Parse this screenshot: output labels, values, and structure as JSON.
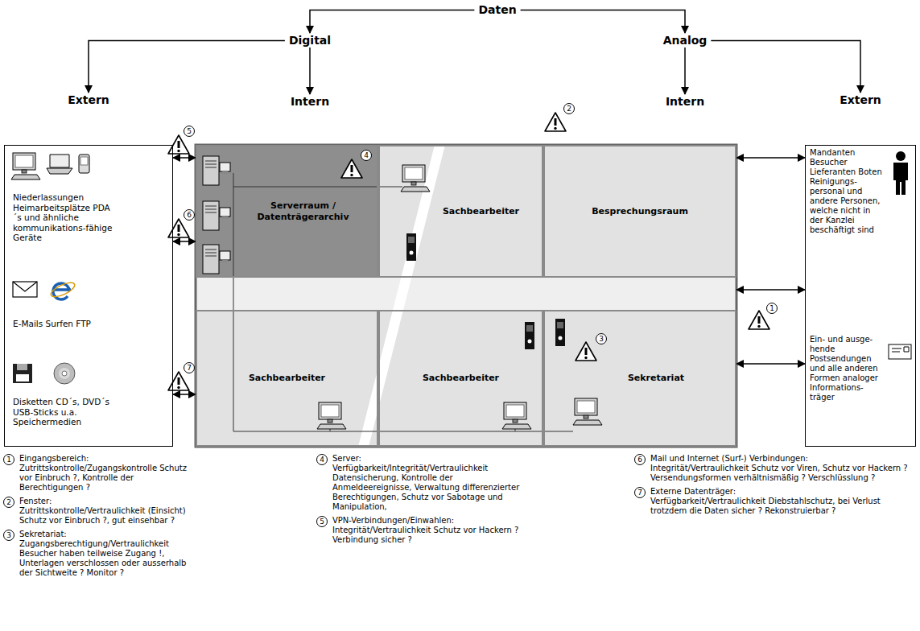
{
  "diagram": {
    "nodes": [
      {
        "text": [
          "Daten"
        ]
      },
      {
        "text": [
          "Digital"
        ]
      },
      {
        "text": [
          "Analog"
        ]
      },
      {
        "text": [
          "Extern",
          "Niederlassungen Heimarbeitsplätze PDA´s und ähnliche kommunikations-fähige Geräte",
          "E-Mails Surfen FTP",
          "Disketten CD´s, DVD´s USB-Sticks u.a. Speichermedien"
        ]
      },
      {
        "text": [
          "Intern"
        ]
      },
      {
        "text": [
          "Intern"
        ]
      },
      {
        "text": [
          "Extern",
          "Mandanten Besucher Lieferanten Boten Reinigungs-personal und andere Personen, welche nicht in der Kanzlei beschäftigt sind",
          "Ein- und ausge-hende Postsendungen und alle anderen Formen analoger Informations-träger"
        ]
      },
      {
        "text": [
          "Serverraum / Datenträgerarchiv"
        ]
      },
      {
        "text": [
          "Sachbearbeiter"
        ]
      },
      {
        "text": [
          "Besprechungsraum"
        ]
      },
      {
        "text": [
          "Sachbearbeiter"
        ]
      },
      {
        "text": [
          "Sachbearbeiter"
        ]
      },
      {
        "text": [
          "Sekretariat"
        ]
      }
    ],
    "edges": [
      {
        "from": 0,
        "to": 1,
        "arrow": "to"
      },
      {
        "from": 0,
        "to": 2,
        "arrow": "to"
      },
      {
        "from": 1,
        "to": 3,
        "arrow": "to"
      },
      {
        "from": 1,
        "to": 4,
        "arrow": "to"
      },
      {
        "from": 2,
        "to": 5,
        "arrow": "to"
      },
      {
        "from": 2,
        "to": 6,
        "arrow": "to"
      },
      {
        "from": 3,
        "to": 7,
        "arrow": "both"
      },
      {
        "from": 3,
        "to": 10,
        "arrow": "both"
      },
      {
        "from": 6,
        "to": 9,
        "arrow": "both"
      },
      {
        "from": 6,
        "to": 12,
        "arrow": "both"
      }
    ],
    "labels": [
      "1",
      "2",
      "3",
      "4",
      "5",
      "6",
      "7",
      "1",
      "Eingangsbereich:",
      "Zutrittskontrolle/Zugangskontrolle Schutz vor Einbruch ?, Kontrolle der Berechtigungen ?",
      "2",
      "Fenster:",
      "Zutrittskontrolle/Vertraulichkeit (Einsicht) Schutz vor Einbruch ?, gut einsehbar ?",
      "3",
      "Sekretariat:",
      "Zugangsberechtigung/Vertraulichkeit Besucher haben teilweise Zugang !, Unterlagen verschlossen oder ausserhalb der Sichtweite ? Monitor ?",
      "4",
      "Server:",
      "Verfügbarkeit/Integrität/Vertraulichkeit Datensicherung, Kontrolle der Anmeldeereignisse, Verwaltung differenzierter Berechtigungen, Schutz vor Sabotage und Manipulation,",
      "5",
      "VPN-Verbindungen/Einwahlen:",
      "Integrität/Vertraulichkeit Schutz vor Hackern ? Verbindung sicher ?",
      "6",
      "Mail und Internet (Surf-) Verbindungen:",
      "Integrität/Vertraulichkeit Schutz vor Viren, Schutz vor Hackern ? Versendungsformen verhältnismäßig ? Verschlüsslung ?",
      "7",
      "Externe Datenträger:",
      "Verfügbarkeit/Vertraulichkeit Diebstahlschutz, bei Verlust trotzdem die Daten sicher ? Rekonstruierbar ?"
    ]
  }
}
